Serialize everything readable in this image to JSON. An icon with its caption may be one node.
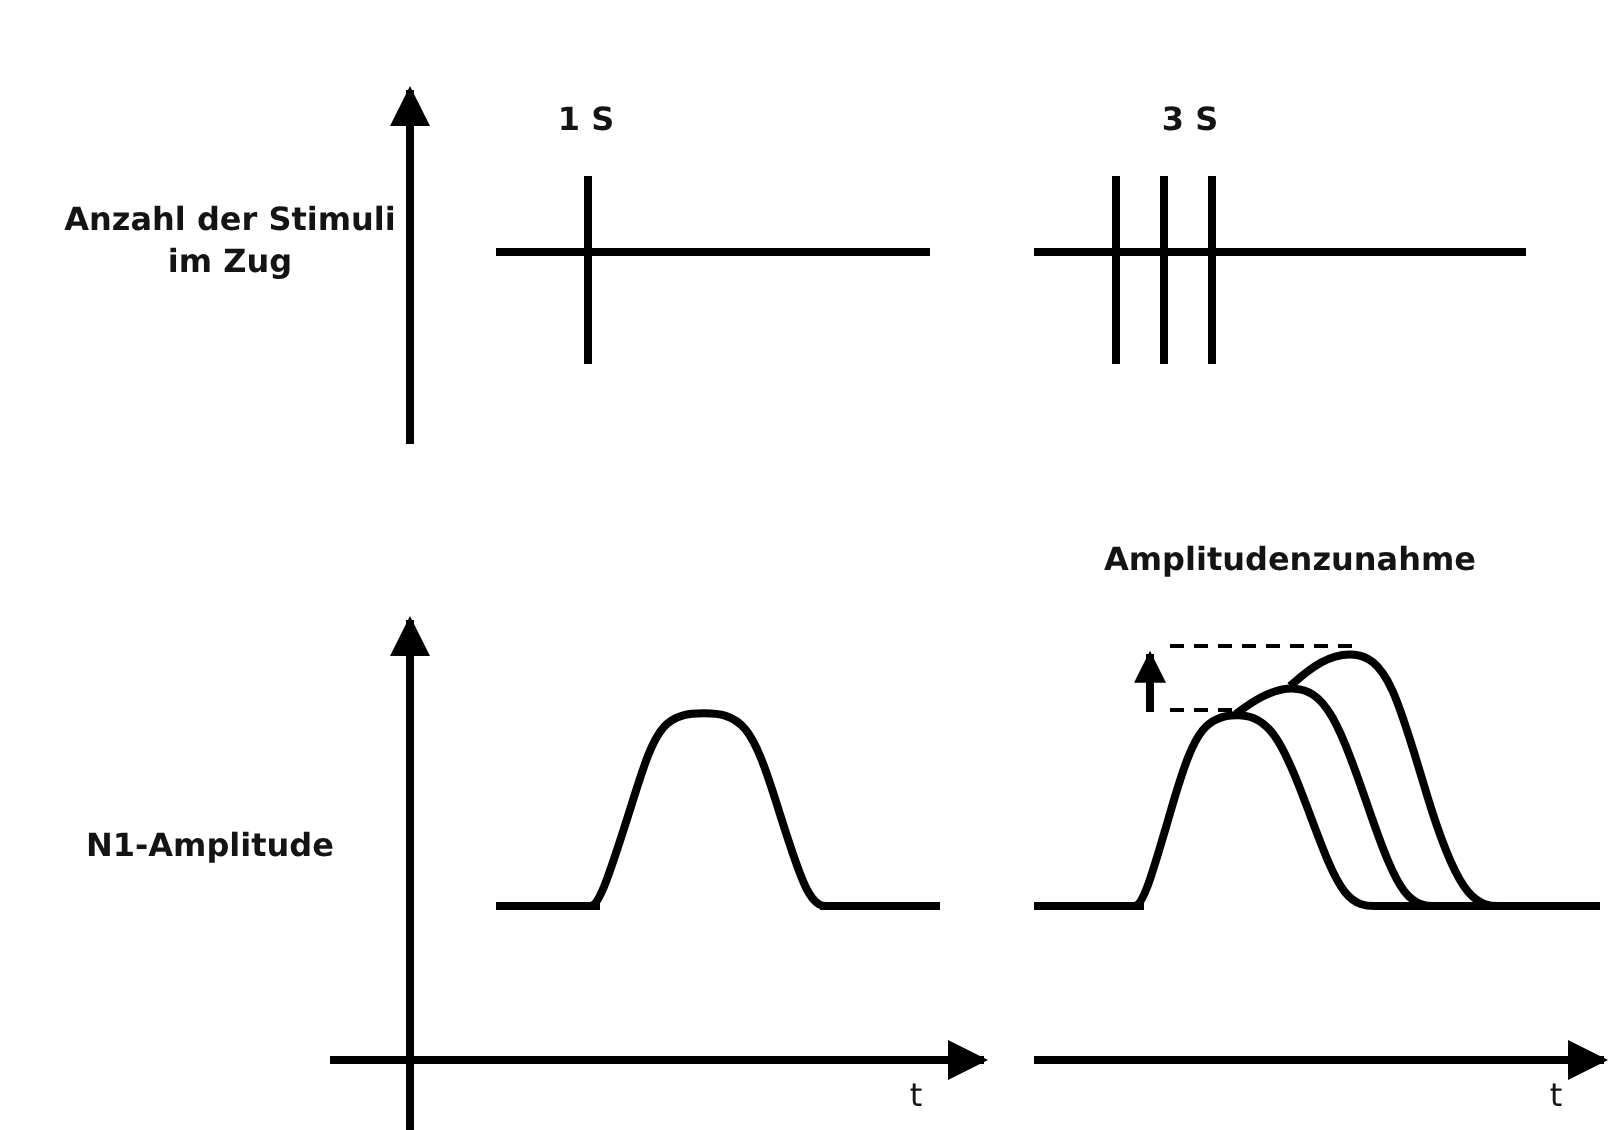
{
  "diagram": {
    "labels": [
      "1 S",
      "3 S",
      "Anzahl der Stimuli im Zug",
      "Amplitudenzunahme",
      "N1-Amplitude",
      "t",
      "t"
    ]
  }
}
